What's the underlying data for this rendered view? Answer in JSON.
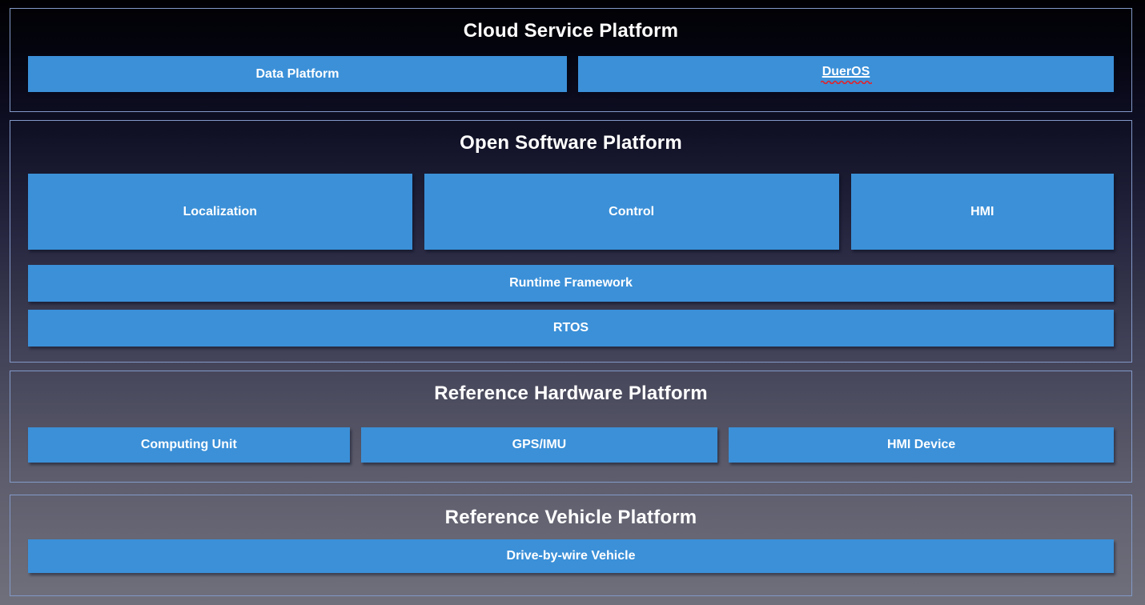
{
  "sections": {
    "cloud": {
      "title": "Cloud Service Platform",
      "boxes": {
        "data_platform": "Data Platform",
        "dueros": "DuerOS"
      }
    },
    "software": {
      "title": "Open Software Platform",
      "boxes": {
        "localization": "Localization",
        "control": "Control",
        "hmi": "HMI",
        "runtime_framework": "Runtime Framework",
        "rtos": "RTOS"
      }
    },
    "hardware": {
      "title": "Reference Hardware Platform",
      "boxes": {
        "computing_unit": "Computing Unit",
        "gps_imu": "GPS/IMU",
        "hmi_device": "HMI Device"
      }
    },
    "vehicle": {
      "title": "Reference Vehicle Platform",
      "boxes": {
        "drive_by_wire": "Drive-by-wire Vehicle"
      }
    }
  },
  "colors": {
    "box_fill": "#3b90d8",
    "section_border": "#8299c7",
    "title_text": "#ffffff",
    "box_text": "#ffffff",
    "spellcheck_underline": "#e0242c",
    "background_top": "#010104",
    "background_bottom": "#70707c"
  }
}
